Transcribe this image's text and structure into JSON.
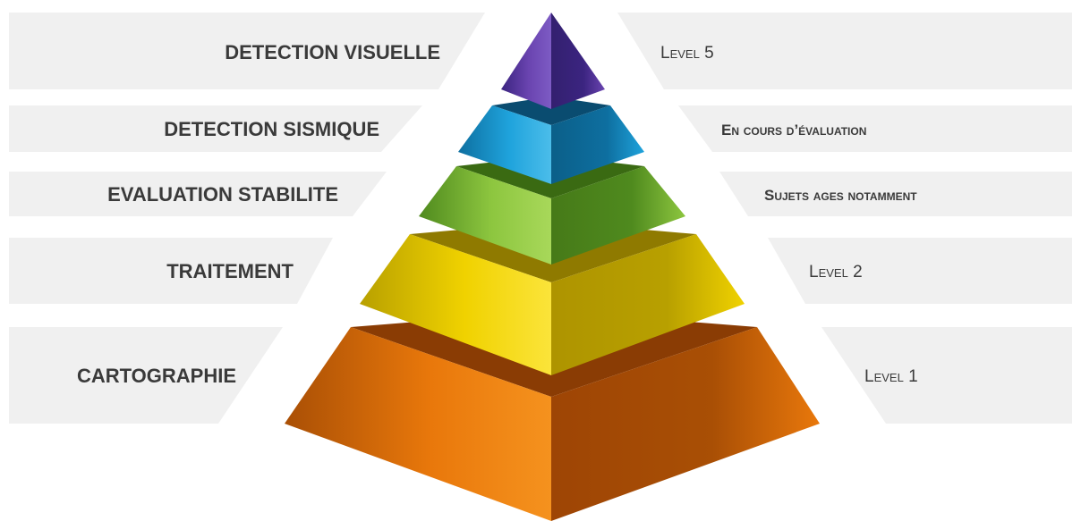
{
  "levels": [
    {
      "left_label": "CARTOGRAPHIE",
      "right_label": "Level 1",
      "colors": {
        "left": "#e9780b",
        "right": "#a94f05",
        "top": "#9e4505",
        "light": "#f5921e"
      }
    },
    {
      "left_label": "TRAITEMENT",
      "right_label": "Level 2",
      "colors": {
        "left": "#f0d200",
        "right": "#b8a000",
        "top": "#ae9400",
        "light": "#fbe43a"
      }
    },
    {
      "left_label": "EVALUATION STABILITE",
      "right_label": "Sujets ages notamment",
      "colors": {
        "left": "#8dc63f",
        "right": "#4f8a1e",
        "top": "#467a18",
        "light": "#a8d85a"
      }
    },
    {
      "left_label": "DETECTION SISMIQUE",
      "right_label": "En cours d’évaluation",
      "colors": {
        "left": "#1fa3dc",
        "right": "#0e6fa0",
        "top": "#0b5f89",
        "light": "#4bbdea"
      }
    },
    {
      "left_label": "DETECTION VISUELLE",
      "right_label": "Level 5",
      "colors": {
        "left": "#6a44b0",
        "right": "#3b2480",
        "top": "#33206f",
        "light": "#7d5bc4"
      }
    }
  ],
  "colors": {
    "panel": "#f0f0f0",
    "text": "#3a3a3a"
  }
}
